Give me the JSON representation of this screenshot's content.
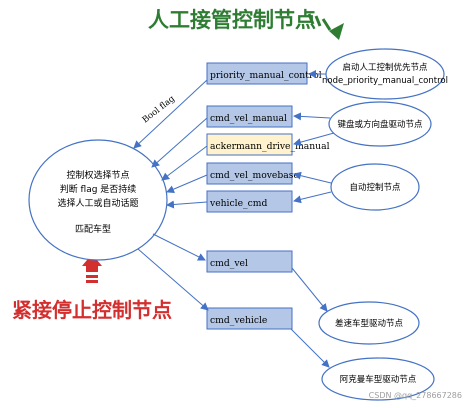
{
  "header": {
    "title": "人工接管控制节点"
  },
  "footer": {
    "emergency_label": "紧接停止控制节点",
    "watermark": "CSDN @qq_278667286"
  },
  "topics": {
    "priority_manual_control": "priority_manual_control",
    "cmd_vel_manual": "cmd_vel_manual",
    "ackermann_drive_manual": "ackermann_drive_manual",
    "cmd_vel_movebase": "cmd_vel_movebase",
    "vehicle_cmd": "vehicle_cmd",
    "cmd_vel": "cmd_vel",
    "cmd_vehicle": "cmd_vehicle"
  },
  "nodes": {
    "launch_manual": {
      "line1": "启动人工控制优先节点",
      "line2": "node_priority_manual_control"
    },
    "keyboard": "键盘或方向盘驱动节点",
    "autonomous": "自动控制节点",
    "selector": {
      "line1": "控制权选择节点",
      "line2": "判断 flag  是否持续",
      "line3": "选择人工或自动话题",
      "line4": "匹配车型"
    },
    "diff_drive": "差速车型驱动节点",
    "ackermann_drive": "阿克曼车型驱动节点"
  },
  "edges": {
    "bool_flag": "Bool flag"
  },
  "colors": {
    "topic_fill": "#b4c7e7",
    "topic_highlight_fill": "#fff2cc",
    "topic_stroke": "#4472c4",
    "node_stroke": "#4472c4",
    "arrow": "#4472c4",
    "title_green": "#2e7d32",
    "emergency_red": "#d32f2f",
    "text": "#000000"
  }
}
